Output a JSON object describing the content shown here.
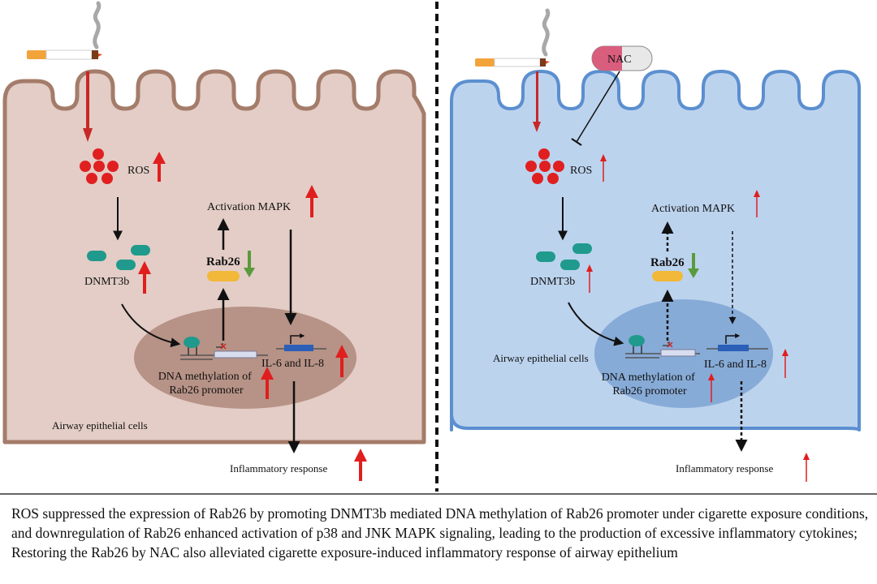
{
  "left_panel": {
    "ros": "ROS",
    "dnmt3b": "DNMT3b",
    "rab26": "Rab26",
    "activation_mapk": "Activation MAPK",
    "il": "IL-6 and IL-8",
    "dna_methylation_line1": "DNA methylation of",
    "dna_methylation_line2": "Rab26 promoter",
    "cell_label": "Airway epithelial cells",
    "inflammatory": "Inflammatory response"
  },
  "right_panel": {
    "nac": "NAC",
    "ros": "ROS",
    "dnmt3b": "DNMT3b",
    "rab26": "Rab26",
    "activation_mapk": "Activation MAPK",
    "il": "IL-6 and IL-8",
    "dna_methylation_line1": "DNA methylation of",
    "dna_methylation_line2": "Rab26 promoter",
    "cell_label": "Airway epithelial cells",
    "inflammatory": "Inflammatory response"
  },
  "caption": "ROS suppressed the expression of Rab26 by promoting DNMT3b mediated DNA methylation of Rab26 promoter under cigarette exposure conditions, and downregulation of Rab26 enhanced activation of p38 and JNK MAPK signaling, leading to the production of excessive inflammatory cytokines; Restoring the Rab26 by NAC also alleviated cigarette  exposure-induced inflammatory response of airway epithelium",
  "colors": {
    "left_cell_fill": "#e3cdc6",
    "left_cell_border": "#a47c6a",
    "left_nucleus": "#b79286",
    "right_cell_fill": "#bcd3ee",
    "right_cell_border": "#5b8fd0",
    "right_nucleus": "#87abd7",
    "up_arrow": "#e01e1e",
    "down_arrow": "#5a9a3c",
    "ros": "#e02020",
    "dnmt3b": "#1f9a8c",
    "rab26": "#f2b83a",
    "gene_block": "#2b5fb8"
  }
}
